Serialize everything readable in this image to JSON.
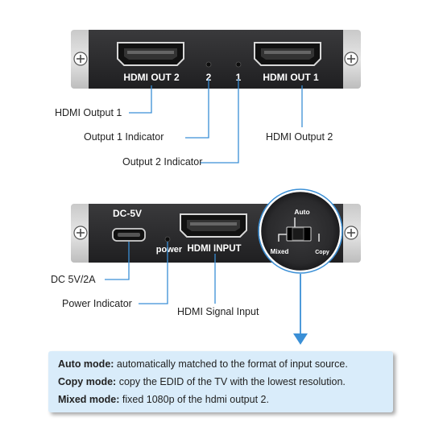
{
  "top_device": {
    "port_out2_label": "HDMI OUT 2",
    "port_out1_label": "HDMI OUT 1",
    "indicator_2_label": "2",
    "indicator_1_label": "1"
  },
  "bottom_device": {
    "dc_label": "DC-5V",
    "power_label": "power",
    "input_label": "HDMI INPUT",
    "switch_auto_label": "Auto",
    "switch_mixed_label": "Mixed",
    "switch_copy_label": "Copy"
  },
  "callouts": {
    "hdmi_output_1": "HDMI Output 1",
    "output_1_indicator": "Output 1 Indicator",
    "output_2_indicator": "Output 2 Indicator",
    "hdmi_output_2": "HDMI Output 2",
    "dc_input": "DC 5V/2A",
    "power_indicator": "Power Indicator",
    "hdmi_signal_input": "HDMI Signal Input"
  },
  "modes": [
    {
      "title": "Auto mode:",
      "text": " automatically matched to the format of input source."
    },
    {
      "title": "Copy mode:",
      "text": " copy the EDID of the TV with the lowest resolution."
    },
    {
      "title": "Mixed mode:",
      "text": " fixed 1080p of the hdmi output 2."
    }
  ],
  "colors": {
    "panel": "#2b2b2d",
    "leader_line": "#3a8fd6",
    "info_box": "#d9ecfa"
  }
}
